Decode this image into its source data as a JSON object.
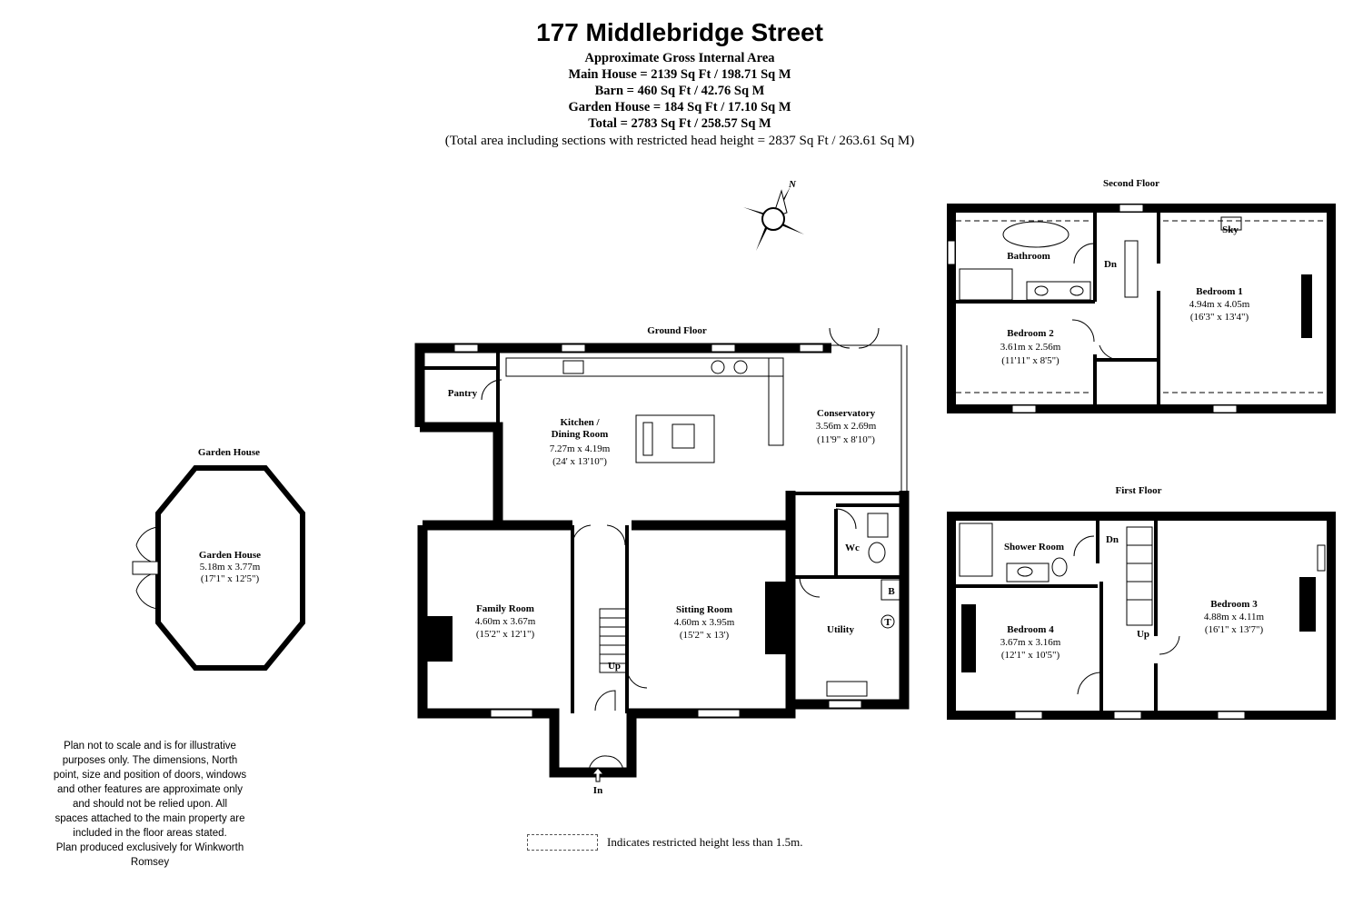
{
  "header": {
    "title": "177 Middlebridge Street",
    "subtitle": "Approximate Gross Internal Area",
    "lines": [
      "Main House = 2139 Sq Ft / 198.71 Sq M",
      "Barn = 460 Sq Ft / 42.76 Sq M",
      "Garden House = 184 Sq Ft / 17.10 Sq M",
      "Total = 2783 Sq Ft / 258.57 Sq M"
    ],
    "note": "(Total area including sections with restricted head height = 2837 Sq Ft / 263.61 Sq M)"
  },
  "compass": {
    "north_label": "N"
  },
  "floors": {
    "ground": "Ground Floor",
    "first": "First Floor",
    "second": "Second Floor",
    "garden_house": "Garden House"
  },
  "rooms": {
    "pantry": {
      "name": "Pantry"
    },
    "kitchen": {
      "name1": "Kitchen /",
      "name2": "Dining Room",
      "dim_m": "7.27m x 4.19m",
      "dim_ft": "(24' x 13'10\")"
    },
    "conservatory": {
      "name": "Conservatory",
      "dim_m": "3.56m x 2.69m",
      "dim_ft": "(11'9\" x 8'10\")"
    },
    "family": {
      "name": "Family Room",
      "dim_m": "4.60m x 3.67m",
      "dim_ft": "(15'2\" x 12'1\")"
    },
    "sitting": {
      "name": "Sitting Room",
      "dim_m": "4.60m x 3.95m",
      "dim_ft": "(15'2\" x 13')"
    },
    "wc": {
      "name": "Wc"
    },
    "utility": {
      "name": "Utility"
    },
    "garden_house": {
      "name": "Garden House",
      "dim_m": "5.18m x 3.77m",
      "dim_ft": "(17'1\" x 12'5\")"
    },
    "bathroom": {
      "name": "Bathroom"
    },
    "bedroom1": {
      "name": "Bedroom 1",
      "dim_m": "4.94m x 4.05m",
      "dim_ft": "(16'3\" x 13'4\")"
    },
    "bedroom2": {
      "name": "Bedroom 2",
      "dim_m": "3.61m x 2.56m",
      "dim_ft": "(11'11\" x 8'5\")"
    },
    "shower": {
      "name": "Shower Room"
    },
    "bedroom3": {
      "name": "Bedroom 3",
      "dim_m": "4.88m x 4.11m",
      "dim_ft": "(16'1\" x 13'7\")"
    },
    "bedroom4": {
      "name": "Bedroom 4",
      "dim_m": "3.67m x 3.16m",
      "dim_ft": "(12'1\" x 10'5\")"
    }
  },
  "markers": {
    "up": "Up",
    "dn": "Dn",
    "in": "In",
    "sky": "Sky",
    "boiler": "B",
    "tank": "T"
  },
  "disclaimer": [
    "Plan not to scale and is for illustrative",
    "purposes only. The dimensions, North",
    "point, size and position of doors, windows",
    "and other features are approximate only",
    "and should not be relied upon. All",
    "spaces attached to the main property are",
    "included in the floor areas stated.",
    "Plan produced exclusively for Winkworth",
    "Romsey"
  ],
  "legend": {
    "text": "Indicates restricted height less than 1.5m."
  }
}
